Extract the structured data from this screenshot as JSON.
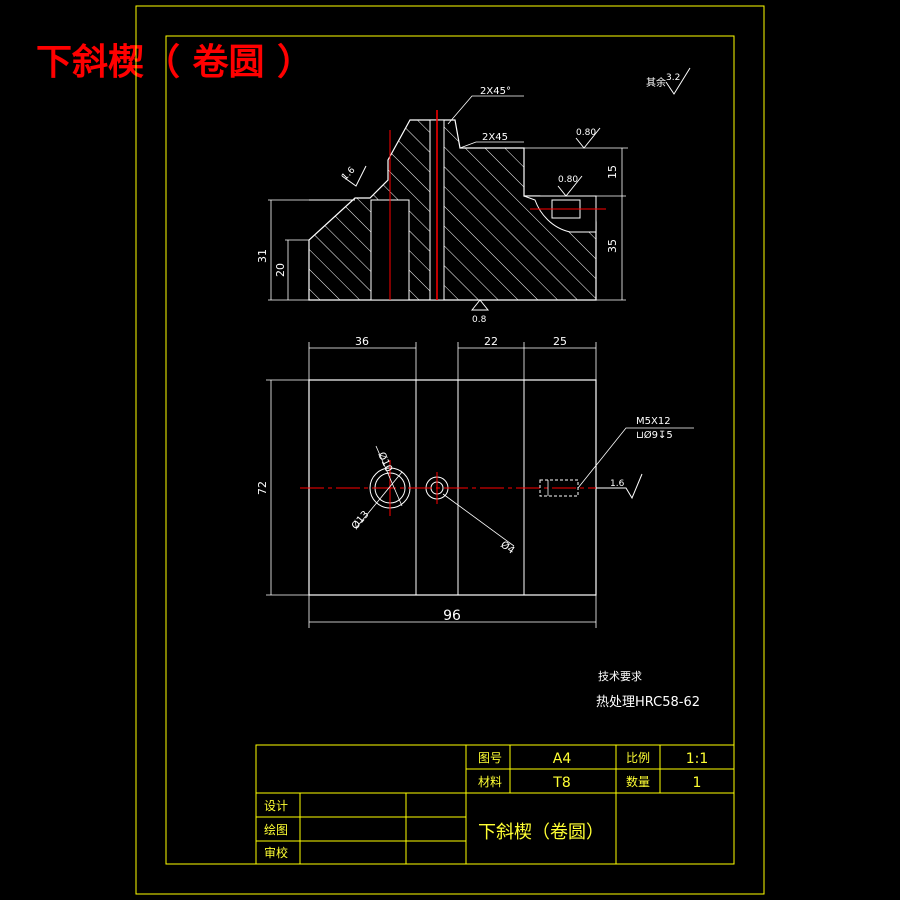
{
  "title": "下斜楔（ 卷圆 ）",
  "colors": {
    "background": "#000000",
    "frame": "#ffff00",
    "outline": "#ffffff",
    "centerline": "#ff0000",
    "dimension": "#ffffff",
    "title_text": "#ff0000",
    "block_text": "#ffff66"
  },
  "roughness_note": {
    "label": "其余",
    "value": "3.2"
  },
  "section_view": {
    "chamfer_top": "2X45°",
    "chamfer_step": "2X45",
    "roughness_slope": "1.6",
    "roughness_top_right": "0.80",
    "roughness_pocket": "0.80",
    "roughness_bottom": "0.8",
    "dim_15": "15",
    "dim_35": "35",
    "dim_31": "31",
    "dim_20": "20"
  },
  "plan_view": {
    "dim_36": "36",
    "dim_22": "22",
    "dim_25": "25",
    "dim_72": "72",
    "dim_96": "96",
    "dia_10": "Ø10",
    "dia_13": "Ø13",
    "dia_4": "Ø4",
    "thread_callout": "M5X12",
    "counterbore_callout": "⊔Ø9↧5",
    "roughness_side": "1.6"
  },
  "tech_requirements": {
    "heading": "技术要求",
    "line1": "热处理HRC58-62"
  },
  "title_block": {
    "drawing_no_label": "图号",
    "drawing_no": "A4",
    "scale_label": "比例",
    "scale": "1:1",
    "material_label": "材料",
    "material": "T8",
    "quantity_label": "数量",
    "quantity": "1",
    "designer_label": "设计",
    "drafter_label": "绘图",
    "checker_label": "审校",
    "part_name": "下斜楔（卷圆）"
  }
}
